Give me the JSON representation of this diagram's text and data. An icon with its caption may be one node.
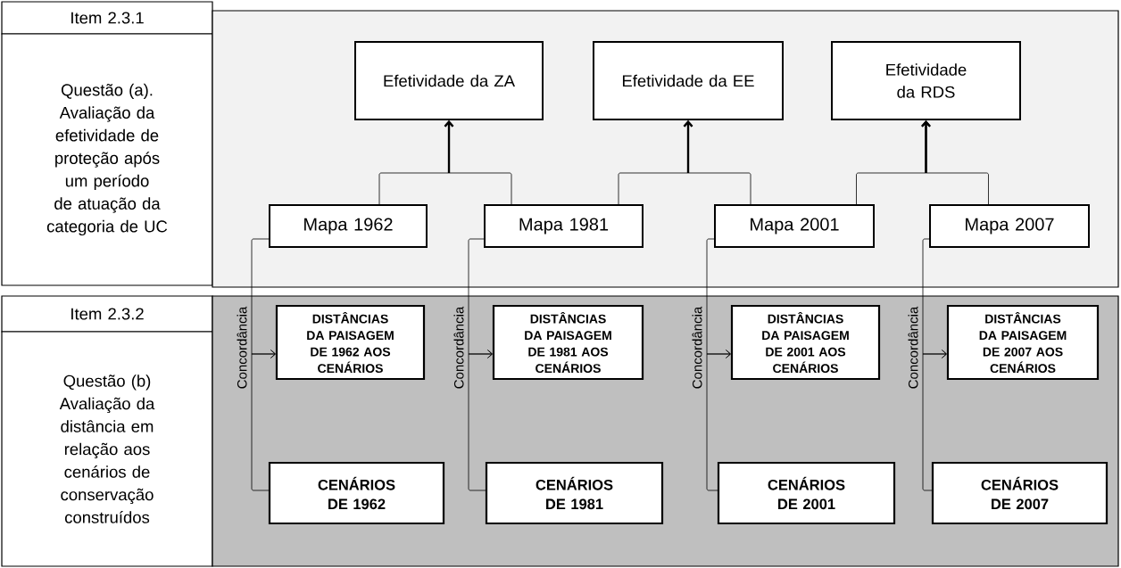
{
  "diagram": {
    "nodes": [
      {
        "text": [
          "Item 2.3.1"
        ]
      },
      {
        "text": [
          "Questão (a). Avaliação da efetividade de proteção após um período de atuação da categoria de UC"
        ]
      },
      {
        "text": [],
        "shape": "box"
      },
      {
        "text": [
          "Efetividade da ZA"
        ],
        "in": 2
      },
      {
        "text": [
          "Efetividade da EE"
        ],
        "in": 2
      },
      {
        "text": [
          "Efetividade da RDS"
        ],
        "in": 2
      },
      {
        "text": [
          "Mapa 1962"
        ],
        "in": 2
      },
      {
        "text": [
          "Mapa 1981"
        ],
        "in": 2
      },
      {
        "text": [
          "Mapa 2001"
        ],
        "in": 2
      },
      {
        "text": [
          "Mapa 2007"
        ],
        "in": 2
      },
      {
        "text": [
          "Item 2.3.2"
        ]
      },
      {
        "text": [
          "Questão (b) Avaliação da distância em relação aos cenários de conservação construídos"
        ]
      },
      {
        "text": [],
        "shape": "box"
      },
      {
        "text": [
          "DISTÂNCIAS DA PAISAGEM DE 1962 AOS CENÁRIOS"
        ],
        "in": 12
      },
      {
        "text": [
          "DISTÂNCIAS DA PAISAGEM DE 1981 AOS CENÁRIOS"
        ],
        "in": 12
      },
      {
        "text": [
          "DISTÂNCIAS DA PAISAGEM DE 2001 AOS CENÁRIOS"
        ],
        "in": 12
      },
      {
        "text": [
          "DISTÂNCIAS DA PAISAGEM DE 2007 AOS CENÁRIOS"
        ],
        "in": 12
      },
      {
        "text": [
          "CENÁRIOS DE 1962"
        ],
        "in": 12
      },
      {
        "text": [
          "CENÁRIOS DE 1981"
        ],
        "in": 12
      },
      {
        "text": [
          "CENÁRIOS DE 2001"
        ],
        "in": 12
      },
      {
        "text": [
          "CENÁRIOS DE 2007"
        ],
        "in": 12
      }
    ],
    "edges": [
      {
        "from": 6,
        "to": 3,
        "arrow": "to"
      },
      {
        "from": 7,
        "to": 3,
        "arrow": "to"
      },
      {
        "from": 7,
        "to": 4,
        "arrow": "to"
      },
      {
        "from": 8,
        "to": 4,
        "arrow": "to"
      },
      {
        "from": 8,
        "to": 5,
        "arrow": "to"
      },
      {
        "from": 9,
        "to": 5,
        "arrow": "to"
      },
      {
        "from": 6,
        "to": 13,
        "arrow": "to",
        "label": "Concordância"
      },
      {
        "from": 17,
        "to": 13,
        "arrow": "to"
      },
      {
        "from": 7,
        "to": 14,
        "arrow": "to",
        "label": "Concordância"
      },
      {
        "from": 18,
        "to": 14,
        "arrow": "to"
      },
      {
        "from": 8,
        "to": 15,
        "arrow": "to",
        "label": "Concordância"
      },
      {
        "from": 19,
        "to": 15,
        "arrow": "to"
      },
      {
        "from": 9,
        "to": 16,
        "arrow": "to",
        "label": "Concordância"
      },
      {
        "from": 20,
        "to": 16,
        "arrow": "to"
      }
    ]
  }
}
